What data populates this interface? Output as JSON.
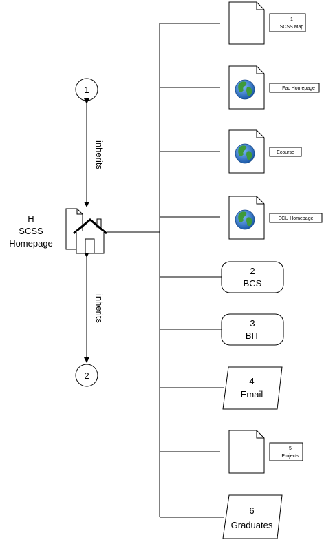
{
  "home": {
    "line1": "H",
    "line2": "SCSS",
    "line3": "Homepage"
  },
  "parents": [
    {
      "id": "1",
      "relation": "inherits"
    },
    {
      "id": "2",
      "relation": "inherits"
    }
  ],
  "children": {
    "scss_map": {
      "num": "1",
      "label": "SCSS Map"
    },
    "fac_homepage": {
      "label": "Fac Homepage"
    },
    "ecourse": {
      "label": "Ecourse"
    },
    "ecu_homepage": {
      "label": "ECU Homepage"
    },
    "bcs": {
      "num": "2",
      "label": "BCS"
    },
    "bit": {
      "num": "3",
      "label": "BIT"
    },
    "email": {
      "num": "4",
      "label": "Email"
    },
    "projects": {
      "num": "5",
      "label": "Projects"
    },
    "graduates": {
      "num": "6",
      "label": "Graduates"
    }
  },
  "colors": {
    "ocean": "#2f78c4",
    "land": "#3f9a3a",
    "stroke": "#000000"
  }
}
